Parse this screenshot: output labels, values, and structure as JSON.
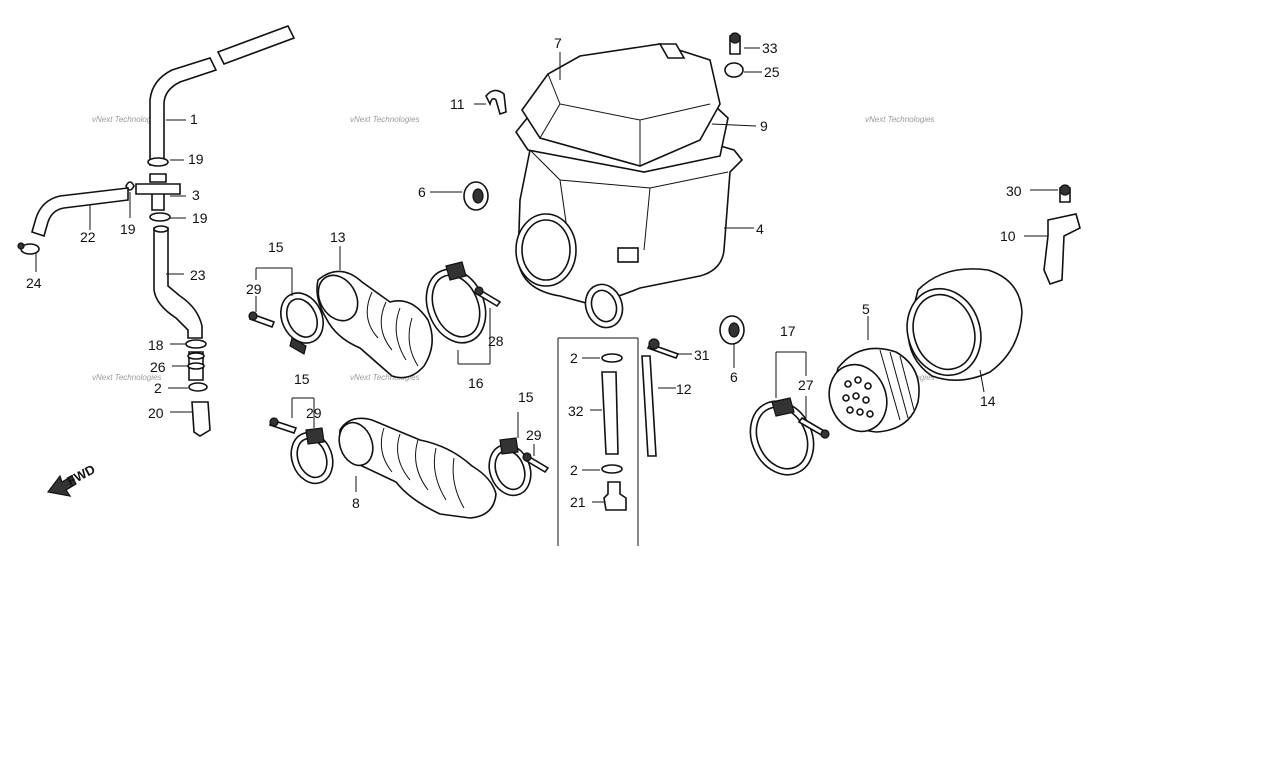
{
  "diagram": {
    "watermark_text": "vNext Technologies",
    "fwd_label": "FWD",
    "callouts": {
      "c1": "1",
      "c2a": "2",
      "c2b": "2",
      "c2c": "2",
      "c3": "3",
      "c4": "4",
      "c5": "5",
      "c6a": "6",
      "c6b": "6",
      "c7": "7",
      "c8": "8",
      "c9": "9",
      "c10": "10",
      "c11": "11",
      "c12": "12",
      "c13": "13",
      "c14": "14",
      "c15a": "15",
      "c15b": "15",
      "c15c": "15",
      "c16": "16",
      "c17": "17",
      "c18": "18",
      "c19a": "19",
      "c19b": "19",
      "c19c": "19",
      "c20": "20",
      "c21": "21",
      "c22": "22",
      "c23": "23",
      "c24": "24",
      "c25": "25",
      "c26": "26",
      "c27": "27",
      "c28": "28",
      "c29a": "29",
      "c29b": "29",
      "c29c": "29",
      "c30": "30",
      "c31": "31",
      "c32": "32",
      "c33": "33"
    }
  }
}
